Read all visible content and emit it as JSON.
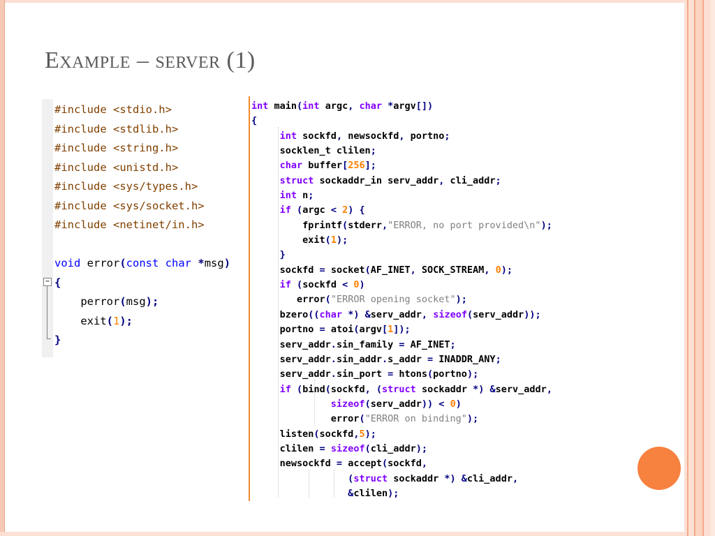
{
  "slide": {
    "title_main": "Example – server",
    "title_number": "(1)"
  },
  "left_code": {
    "lines": [
      "#include <stdio.h>",
      "#include <stdlib.h>",
      "#include <string.h>",
      "#include <unistd.h>",
      "#include <sys/types.h>",
      "#include <sys/socket.h>",
      "#include <netinet/in.h>",
      "",
      "void error(const char *msg)",
      "{",
      "    perror(msg);",
      "    exit(1);",
      "}"
    ]
  },
  "right_code": {
    "lines": [
      "int main(int argc, char *argv[])",
      "{",
      "     int sockfd, newsockfd, portno;",
      "     socklen_t clilen;",
      "     char buffer[256];",
      "     struct sockaddr_in serv_addr, cli_addr;",
      "     int n;",
      "     if (argc < 2) {",
      "         fprintf(stderr,\"ERROR, no port provided\\n\");",
      "         exit(1);",
      "     }",
      "     sockfd = socket(AF_INET, SOCK_STREAM, 0);",
      "     if (sockfd < 0)",
      "        error(\"ERROR opening socket\");",
      "     bzero((char *) &serv_addr, sizeof(serv_addr));",
      "     portno = atoi(argv[1]);",
      "     serv_addr.sin_family = AF_INET;",
      "     serv_addr.sin_addr.s_addr = INADDR_ANY;",
      "     serv_addr.sin_port = htons(portno);",
      "     if (bind(sockfd, (struct sockaddr *) &serv_addr,",
      "              sizeof(serv_addr)) < 0)",
      "              error(\"ERROR on binding\");",
      "     listen(sockfd,5);",
      "     clilen = sizeof(cli_addr);",
      "     newsockfd = accept(sockfd,",
      "                 (struct sockaddr *) &cli_addr,",
      "                 &clilen);"
    ]
  },
  "colors": {
    "accent": "#f7813f",
    "border": "#f7c9b5",
    "keyword": "#8000ff",
    "number": "#ff8000",
    "string": "#808080"
  }
}
